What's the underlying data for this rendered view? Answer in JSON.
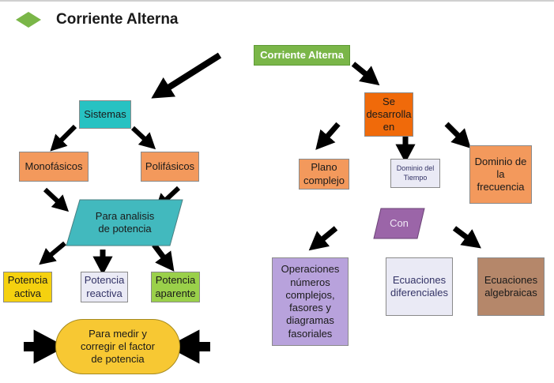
{
  "header": {
    "title": "Corriente Alterna",
    "icon": "green-diamond-icon",
    "accent_color": "#7ab648"
  },
  "nodes": {
    "root": "Corriente Alterna",
    "sistemas": "Sistemas",
    "monofasicos": "Monofásicos",
    "polifasicos": "Polifásicos",
    "para_analisis": [
      "Para analisis",
      "de potencia"
    ],
    "potencia_activa": [
      "Potencia",
      "activa"
    ],
    "potencia_reactiva": [
      "Potencia",
      "reactiva"
    ],
    "potencia_aparente": [
      "Potencia",
      "aparente"
    ],
    "para_medir": [
      "Para medir y",
      "corregir el factor",
      "de potencia"
    ],
    "se_desarrolla": [
      "Se",
      "desarrolla",
      "en"
    ],
    "plano_complejo": [
      "Plano",
      "complejo"
    ],
    "dominio_tiempo": [
      "Dominio del",
      "Tiempo"
    ],
    "dominio_frecuencia": [
      "Dominio de",
      "la",
      "frecuencia"
    ],
    "con": "Con",
    "operaciones": [
      "Operaciones",
      "números",
      "complejos,",
      "fasores y",
      "diagramas",
      "fasoriales"
    ],
    "ecuaciones_diferenciales": [
      "Ecuaciones",
      "diferenciales"
    ],
    "ecuaciones_algebraicas": [
      "Ecuaciones",
      "algebraicas"
    ]
  },
  "colors": {
    "green": "#7ab648",
    "teal": "#27c2c2",
    "orange": "#f3995c",
    "dark_orange": "#f06a0a",
    "yellow": "#f5d10f",
    "light_gray_blue": "#eaeaf5",
    "light_green": "#9ad04a",
    "gold": "#f7c833",
    "purple": "#b8a2dc",
    "brown": "#b5876a",
    "violet": "#9b65a8",
    "parallelogram_teal": "#42b9be"
  }
}
